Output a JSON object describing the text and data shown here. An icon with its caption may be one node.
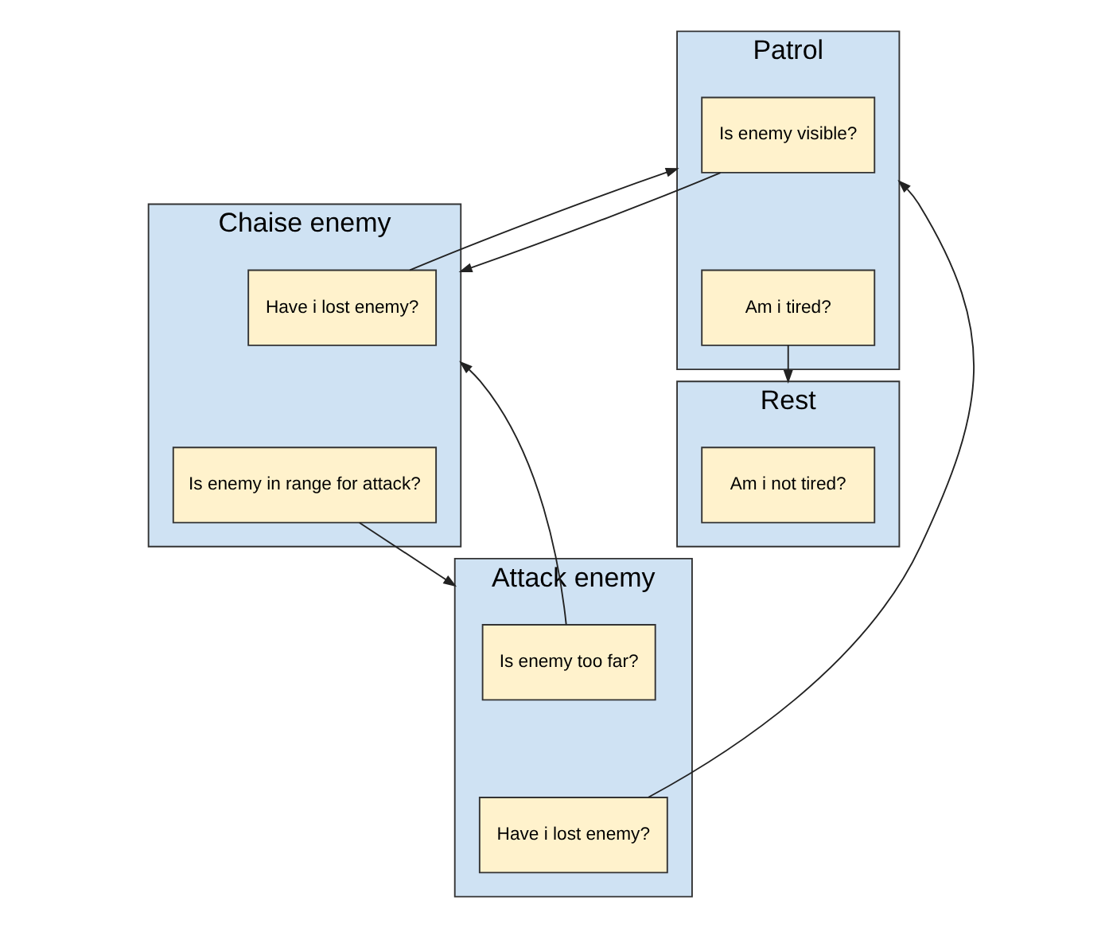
{
  "diagram": {
    "nodes": [
      {
        "text": [
          "Patrol"
        ]
      },
      {
        "text": [
          "Is enemy visible?"
        ],
        "in": 0
      },
      {
        "text": [
          "Am i tired?"
        ],
        "in": 0
      },
      {
        "text": [
          "Chaise enemy"
        ]
      },
      {
        "text": [
          "Have i lost enemy?"
        ],
        "in": 3
      },
      {
        "text": [
          "Is enemy in range for attack?"
        ],
        "in": 3
      },
      {
        "text": [
          "Rest"
        ]
      },
      {
        "text": [
          "Am i not tired?"
        ],
        "in": 6
      },
      {
        "text": [
          "Attack enemy"
        ]
      },
      {
        "text": [
          "Is enemy too far?"
        ],
        "in": 8
      },
      {
        "text": [
          "Have i lost enemy?"
        ],
        "in": 8
      }
    ],
    "edges": [
      {
        "from": 1,
        "to": 3,
        "arrow": "to"
      },
      {
        "from": 4,
        "to": 0,
        "arrow": "to"
      },
      {
        "from": 5,
        "to": 8,
        "arrow": "to"
      },
      {
        "from": 9,
        "to": 3,
        "arrow": "to"
      },
      {
        "from": 10,
        "to": 0,
        "arrow": "to"
      },
      {
        "from": 2,
        "to": 6,
        "arrow": "to"
      }
    ]
  }
}
